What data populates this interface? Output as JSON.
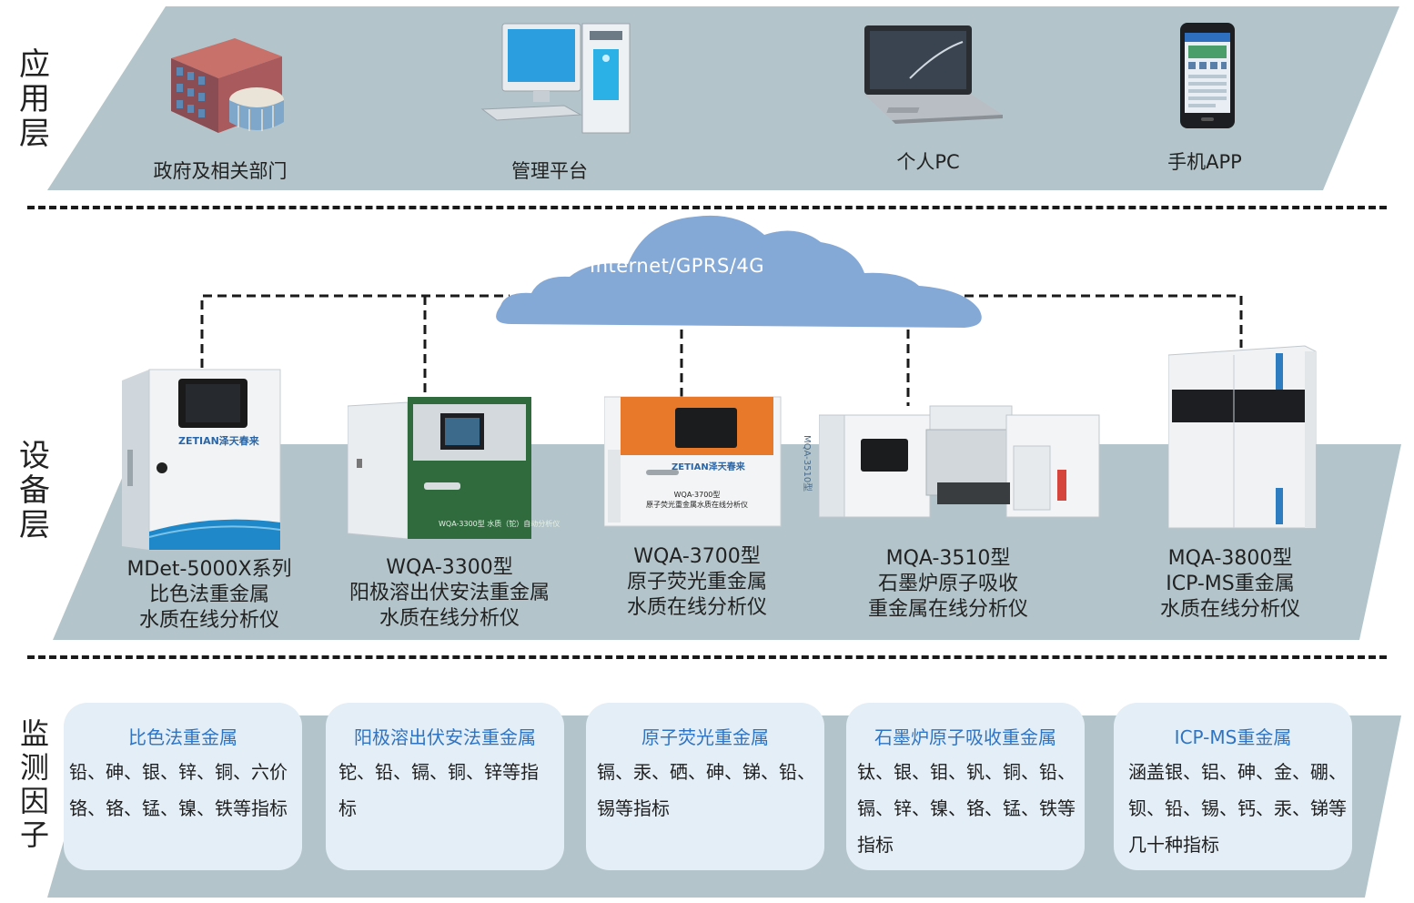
{
  "layers": {
    "application": "应用层",
    "device": "设备层",
    "monitoring": "监测因子"
  },
  "application_items": [
    {
      "label": "政府及相关部门",
      "icon": "government-building-icon"
    },
    {
      "label": "管理平台",
      "icon": "desktop-computer-icon"
    },
    {
      "label": "个人PC",
      "icon": "laptop-icon"
    },
    {
      "label": "手机APP",
      "icon": "smartphone-icon"
    }
  ],
  "network": {
    "label": "Internet/GPRS/4G",
    "icon": "cloud-icon"
  },
  "devices": [
    {
      "lines": [
        "MDet-5000X系列",
        "比色法重金属",
        "水质在线分析仪"
      ],
      "brand": "ZETIAN泽天春来"
    },
    {
      "lines": [
        "WQA-3300型",
        "阳极溶出伏安法重金属",
        "水质在线分析仪"
      ],
      "panel_text": "WQA-3300型 水质（铊）自动分析仪"
    },
    {
      "lines": [
        "WQA-3700型",
        "原子荧光重金属",
        "水质在线分析仪"
      ],
      "brand": "ZETIAN泽天春来",
      "panel_lines": [
        "WQA-3700型",
        "原子荧光重金属水质在线分析仪"
      ]
    },
    {
      "lines": [
        "MQA-3510型",
        "石墨炉原子吸收",
        "重金属在线分析仪"
      ],
      "side_text": "MQA-3510型"
    },
    {
      "lines": [
        "MQA-3800型",
        "ICP-MS重金属",
        "水质在线分析仪"
      ]
    }
  ],
  "factors": [
    {
      "title": "比色法重金属",
      "lines": [
        "铅、砷、银、锌、铜、六价",
        "铬、铬、锰、镍、铁等指标"
      ]
    },
    {
      "title": "阳极溶出伏安法重金属",
      "lines": [
        "铊、铅、镉、铜、锌等指",
        "标"
      ]
    },
    {
      "title": "原子荧光重金属",
      "lines": [
        "镉、汞、硒、砷、锑、铅、",
        "锡等指标"
      ]
    },
    {
      "title": "石墨炉原子吸收重金属",
      "lines": [
        "钛、银、钼、钒、铜、铅、",
        "镉、锌、镍、铬、锰、铁等",
        "指标"
      ]
    },
    {
      "title": "ICP-MS重金属",
      "lines": [
        "涵盖银、铝、砷、金、硼、",
        "钡、铅、锡、钙、汞、锑等",
        "几十种指标"
      ]
    }
  ],
  "colors": {
    "band": "#b3c5ca",
    "cloud": "#85a9d7",
    "card_bg": "#e4eef6",
    "card_title": "#2f74c2",
    "divider": "#1a1a1a"
  }
}
